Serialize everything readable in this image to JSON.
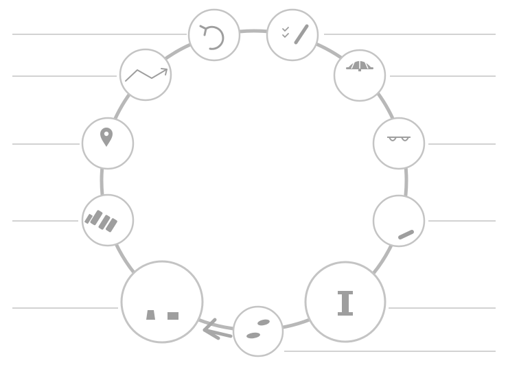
{
  "diagram": {
    "colors": {
      "ring": "#b8b8b8",
      "node_border": "#c4c4c4",
      "node_fill": "#ffffff",
      "icon": "#9e9e9e",
      "leader": "#c4c4c4",
      "arrow": "#a8a8a8"
    },
    "nodes": [
      {
        "id": "restart",
        "icon": "refresh-icon"
      },
      {
        "id": "checklist",
        "icon": "checklist-pencil-icon"
      },
      {
        "id": "umbrella",
        "icon": "umbrella-icon"
      },
      {
        "id": "glasses",
        "icon": "glasses-icon"
      },
      {
        "id": "card",
        "icon": "card-icon"
      },
      {
        "id": "pillar",
        "icon": "pillar-icon"
      },
      {
        "id": "feedback",
        "icon": "ellipses-icon"
      },
      {
        "id": "buildings",
        "icon": "buildings-icon"
      },
      {
        "id": "tools",
        "icon": "tools-icon"
      },
      {
        "id": "location",
        "icon": "location-pin-icon"
      },
      {
        "id": "trend",
        "icon": "trend-arrow-icon"
      }
    ],
    "flow_direction": "counter-clockwise"
  }
}
